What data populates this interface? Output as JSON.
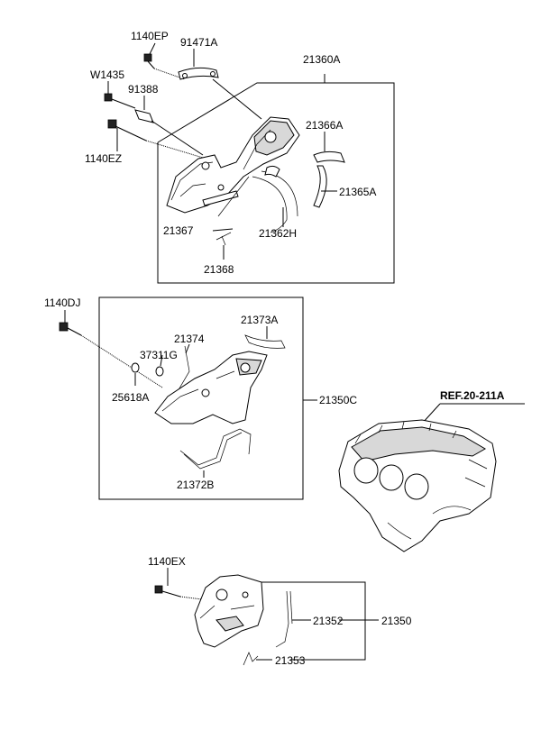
{
  "labels": {
    "p1140EP": "1140EP",
    "p91471A": "91471A",
    "pW1435": "W1435",
    "p91388": "91388",
    "p1140EZ": "1140EZ",
    "p21360A": "21360A",
    "p21366A": "21366A",
    "p21365A": "21365A",
    "p21367": "21367",
    "p21362H": "21362H",
    "p21368": "21368",
    "p1140DJ": "1140DJ",
    "p21373A": "21373A",
    "p21374": "21374",
    "p37311G": "37311G",
    "p25618A": "25618A",
    "p21350C": "21350C",
    "p21372B": "21372B",
    "ref": "REF.20-211A",
    "p1140EX": "1140EX",
    "p21352": "21352",
    "p21350": "21350",
    "p21353": "21353"
  }
}
